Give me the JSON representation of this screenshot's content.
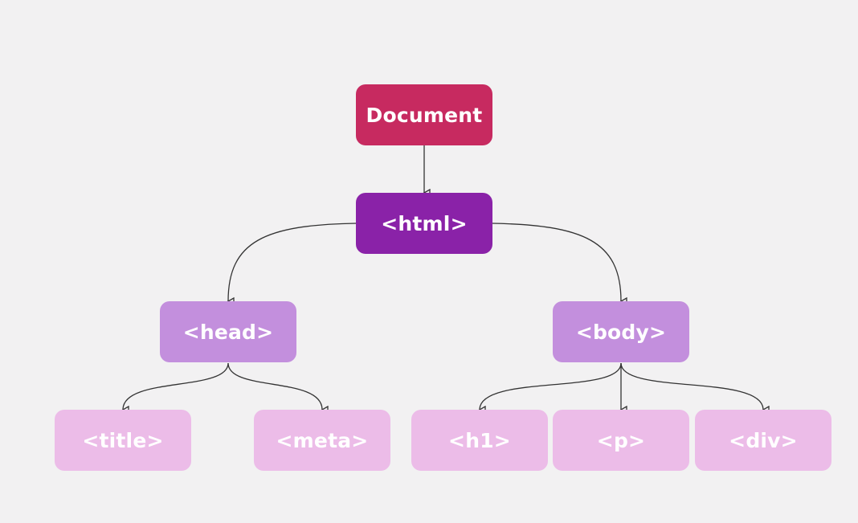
{
  "colors": {
    "background": "#f2f1f2",
    "level0": "#c72a60",
    "level1": "#8a22a8",
    "level2": "#c38fdd",
    "level3": "#ecbce8",
    "edge": "#333333"
  },
  "diagram": {
    "nodes": [
      {
        "id": "document",
        "label": "Document",
        "level": 0
      },
      {
        "id": "html",
        "label": "<html>",
        "level": 1
      },
      {
        "id": "head",
        "label": "<head>",
        "level": 2
      },
      {
        "id": "body",
        "label": "<body>",
        "level": 2
      },
      {
        "id": "title",
        "label": "<title>",
        "level": 3
      },
      {
        "id": "meta",
        "label": "<meta>",
        "level": 3
      },
      {
        "id": "h1",
        "label": "<h1>",
        "level": 3
      },
      {
        "id": "p",
        "label": "<p>",
        "level": 3
      },
      {
        "id": "div",
        "label": "<div>",
        "level": 3
      }
    ],
    "edges": [
      {
        "from": "document",
        "to": "html"
      },
      {
        "from": "html",
        "to": "head"
      },
      {
        "from": "html",
        "to": "body"
      },
      {
        "from": "head",
        "to": "title"
      },
      {
        "from": "head",
        "to": "meta"
      },
      {
        "from": "body",
        "to": "h1"
      },
      {
        "from": "body",
        "to": "p"
      },
      {
        "from": "body",
        "to": "div"
      }
    ]
  }
}
